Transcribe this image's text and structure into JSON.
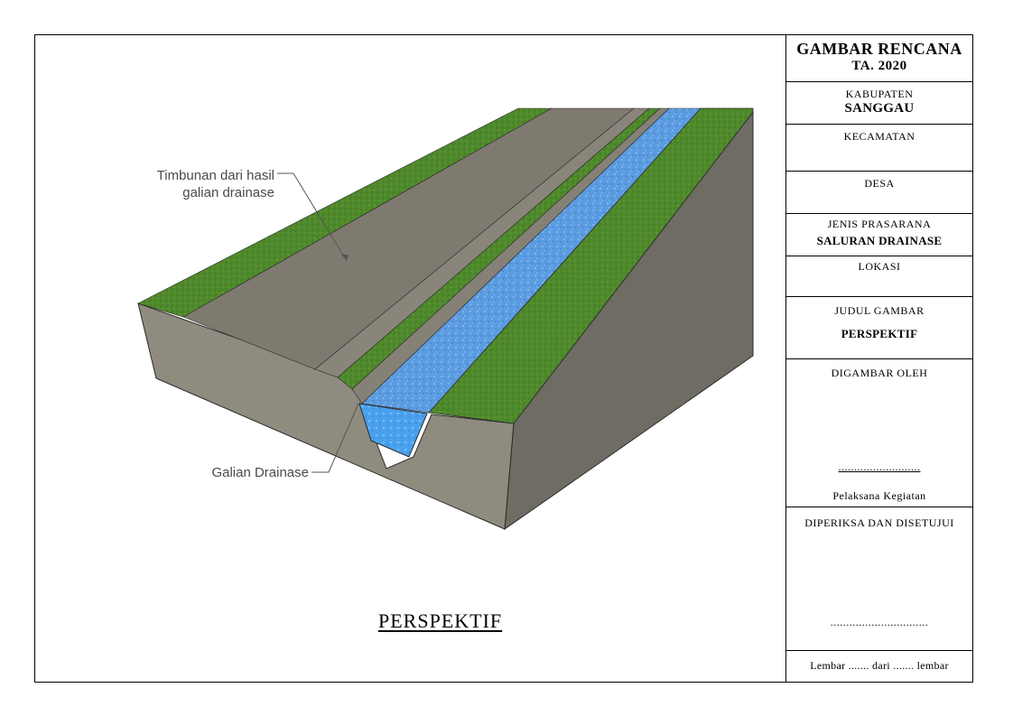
{
  "drawing": {
    "caption": "PERSPEKTIF",
    "callouts": {
      "timbunan_line1": "Timbunan dari hasil",
      "timbunan_line2": "galian drainase",
      "galian": "Galian Drainase"
    }
  },
  "titleblock": {
    "title": "GAMBAR RENCANA",
    "year": "TA. 2020",
    "kabupaten_label": "KABUPATEN",
    "kabupaten_value": "SANGGAU",
    "kecamatan_label": "KECAMATAN",
    "desa_label": "DESA",
    "jenis_label": "JENIS PRASARANA",
    "jenis_value": "SALURAN DRAINASE",
    "lokasi_label": "LOKASI",
    "judul_label": "JUDUL GAMBAR",
    "judul_value": "PERSPEKTIF",
    "digambar_label": "DIGAMBAR OLEH",
    "digambar_dots": "..........................",
    "digambar_role": "Pelaksana Kegiatan",
    "diperiksa_label": "DIPERIKSA DAN DISETUJUI",
    "diperiksa_dots": "...............................",
    "lembar": "Lembar ....... dari ....... lembar"
  },
  "colors": {
    "grass": "#4f8a2c",
    "road_top": "#7f7a70",
    "soil_side": "#8f8b7f",
    "water": "#5b9be0"
  }
}
